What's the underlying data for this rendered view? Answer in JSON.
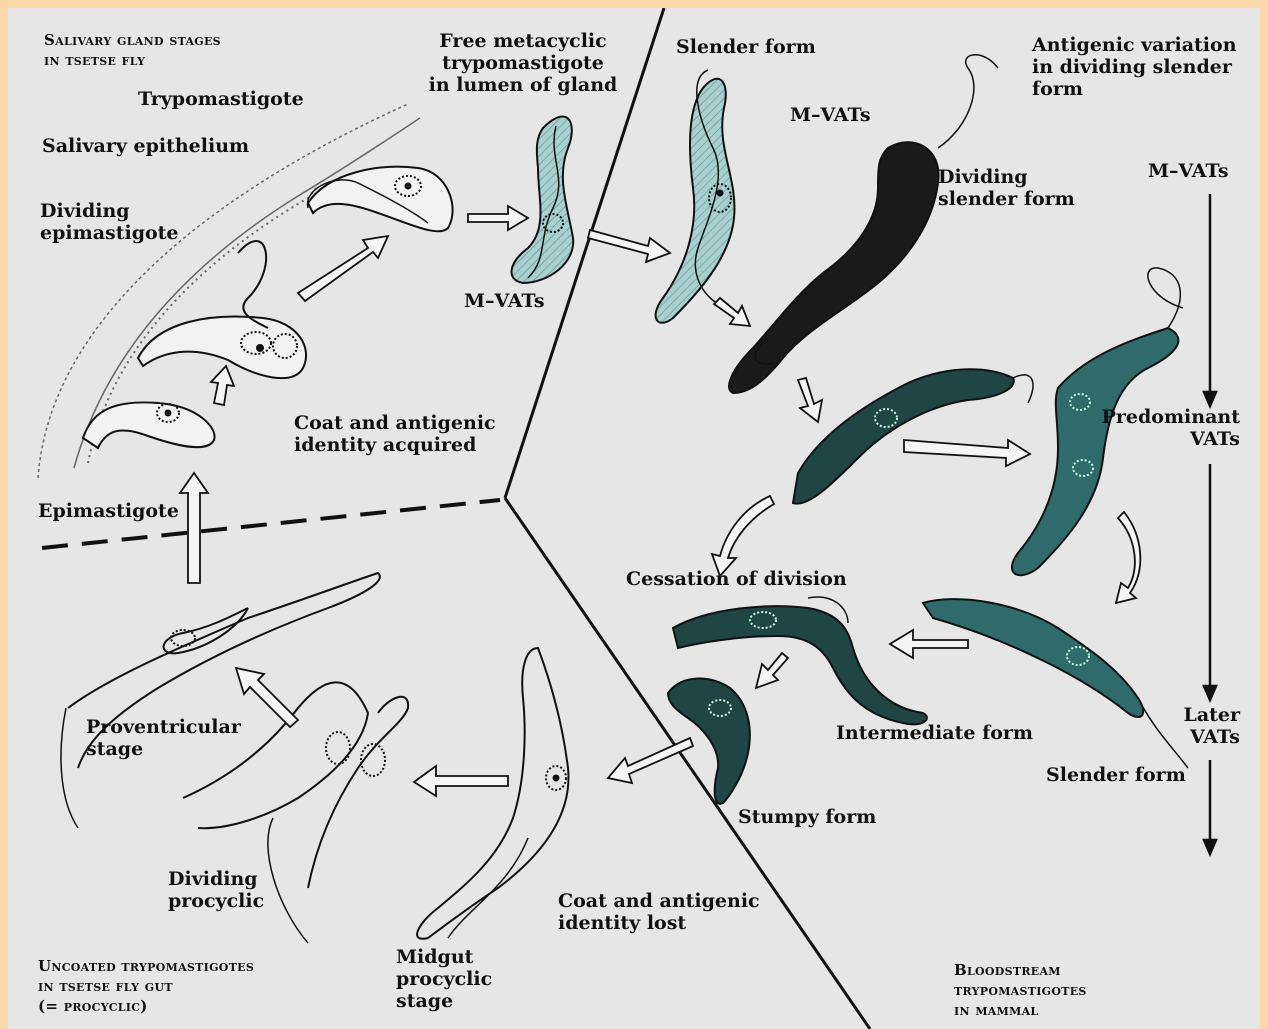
{
  "labels": {
    "salivary_stages": "Salivary gland stages\nin tsetse fly",
    "trypomastigote": "Trypomastigote",
    "salivary_epithelium": "Salivary epithelium",
    "dividing_epimastigote": "Dividing\nepimastigote",
    "free_metacyclic": "Free metacyclic\ntrypomastigote\nin lumen of gland",
    "m_vats_gland": "M–VATs",
    "coat_acquired": "Coat and antigenic\nidentity acquired",
    "epimastigote": "Epimastigote",
    "slender_form_top": "Slender form",
    "m_vats_mid": "M–VATs",
    "dividing_slender": "Dividing\nslender form",
    "antigenic_variation": "Antigenic variation\nin dividing slender\nform",
    "m_vats_right": "M–VATs",
    "predominant_vats": "Predominant\nVATs",
    "cessation": "Cessation of division",
    "intermediate": "Intermediate form",
    "later_vats": "Later\nVATs",
    "slender_form_bottom": "Slender form",
    "stumpy": "Stumpy form",
    "proventricular": "Proventricular\nstage",
    "dividing_procyclic": "Dividing\nprocyclic",
    "midgut_procyclic": "Midgut\nprocyclic\nstage",
    "coat_lost": "Coat and antigenic\nidentity lost",
    "uncoated": "Uncoated trypomastigotes\nin tsetse fly gut\n(= procyclic)",
    "bloodstream": "Bloodstream\ntrypomastigotes\nin mammal"
  },
  "colors": {
    "frame": "#f9d7a6",
    "background": "#e6e6e6",
    "metacyclic_fill": "#a9cfcf",
    "dark_fill": "#1a1a1a",
    "teal_dark": "#1f4545",
    "teal_mid": "#2f6b6b",
    "ink": "#111111"
  }
}
